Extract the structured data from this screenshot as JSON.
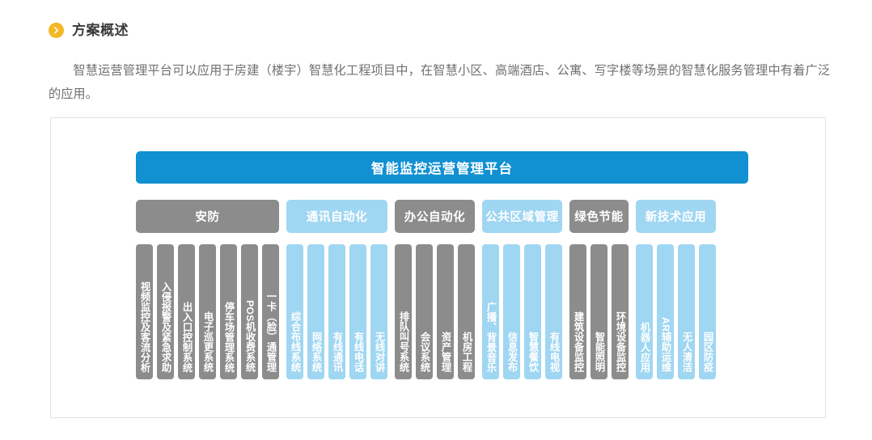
{
  "section": {
    "bullet_icon": "chevron-right-circle-icon",
    "title": "方案概述",
    "paragraph": "智慧运营管理平台可以应用于房建（楼宇）智慧化工程项目中，在智慧小区、高端酒店、公寓、写字楼等场景的智慧化服务管理中有着广泛的应用。"
  },
  "colors": {
    "accent_blue": "#1190D2",
    "light_blue": "#9FD6F2",
    "gray": "#8C8C8C",
    "bullet_yellow": "#F2B827",
    "card_border": "#E2E2E2",
    "body_text": "#707070",
    "title_text": "#3B3B3B"
  },
  "diagram": {
    "platform_title": "智能监控运营管理平台",
    "groups": [
      {
        "name": "安防",
        "color": "gray",
        "items": [
          "视频监控及客流分析",
          "入侵报警及紧急求助",
          "出入口控制系统",
          "电子巡更系统",
          "停车场管理系统",
          "POS机收费系统",
          "一卡（脸）通管理"
        ]
      },
      {
        "name": "通讯自动化",
        "color": "blue",
        "items": [
          "综合布线系统",
          "网络系统",
          "有线通讯",
          "有线电话",
          "无线对讲"
        ]
      },
      {
        "name": "办公自动化",
        "color": "gray",
        "items": [
          "排队叫号系统",
          "会议系统",
          "资产管理",
          "机房工程"
        ]
      },
      {
        "name": "公共区域管理",
        "color": "blue",
        "items": [
          "广播、背景音乐",
          "信息发布",
          "智慧餐饮",
          "有线电视"
        ]
      },
      {
        "name": "绿色节能",
        "color": "gray",
        "items": [
          "建筑设备监控",
          "智能照明",
          "环境设备监控"
        ]
      },
      {
        "name": "新技术应用",
        "color": "blue",
        "items": [
          "机器人应用",
          "AR辅助运维",
          "无人清洁",
          "园区防疫"
        ]
      }
    ]
  }
}
